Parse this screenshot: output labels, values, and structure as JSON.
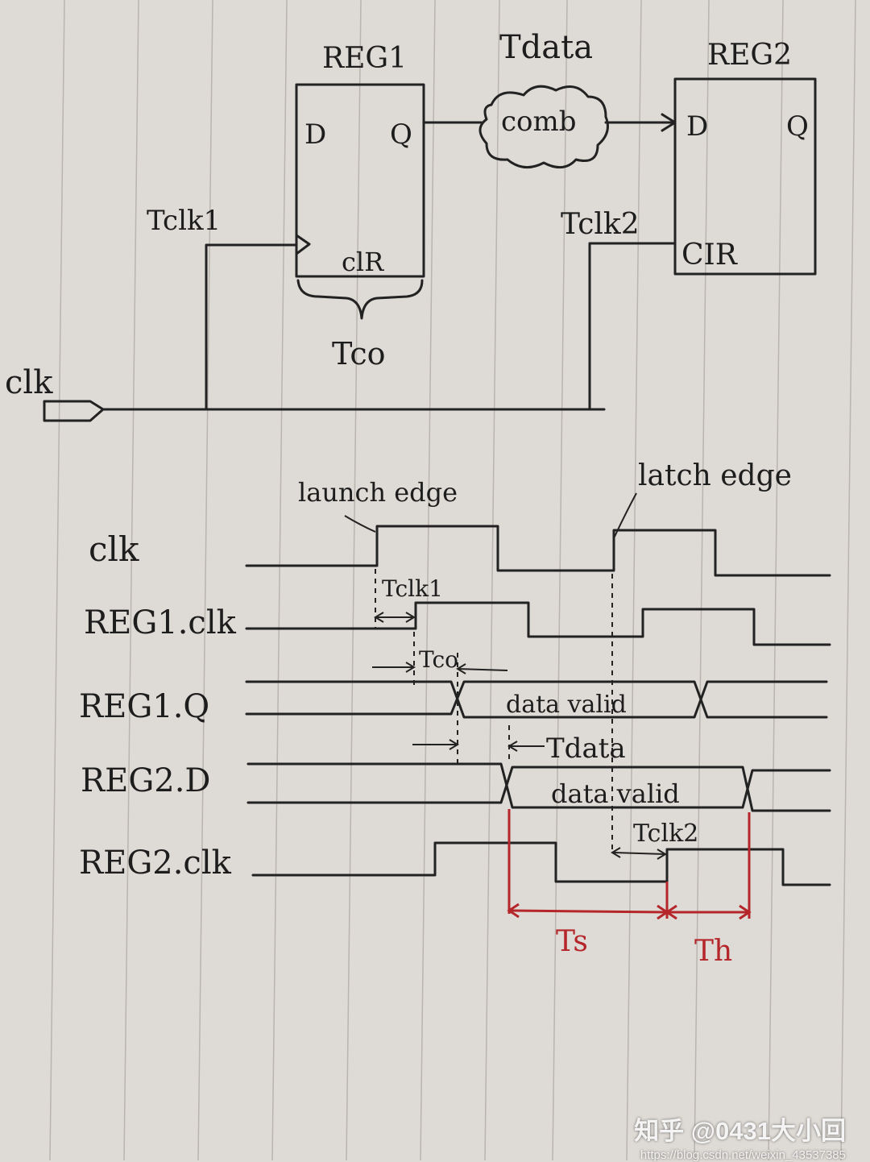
{
  "circuit": {
    "reg1": {
      "title": "REG1",
      "d": "D",
      "q": "Q",
      "clk": "clR"
    },
    "reg2": {
      "title": "REG2",
      "d": "D",
      "q": "Q",
      "clk": "CIR"
    },
    "comb": {
      "title": "Tdata",
      "label": "comb"
    },
    "tclk1": "Tclk1",
    "tclk2": "Tclk2",
    "tco": "Tco",
    "clk": "clk"
  },
  "timing": {
    "launch_edge": "launch edge",
    "latch_edge": "latch edge",
    "signals": [
      "clk",
      "REG1.clk",
      "REG1.Q",
      "REG2.D",
      "REG2.clk"
    ],
    "data_valid": "data valid",
    "tclk1": "Tclk1",
    "tco": "Tco",
    "tdata": "Tdata",
    "tclk2": "Tclk2",
    "ts": "Ts",
    "th": "Th"
  },
  "watermark": {
    "main": "知乎 @0431大小回",
    "sub": "https://blog.csdn.net/weixin_43537385"
  }
}
